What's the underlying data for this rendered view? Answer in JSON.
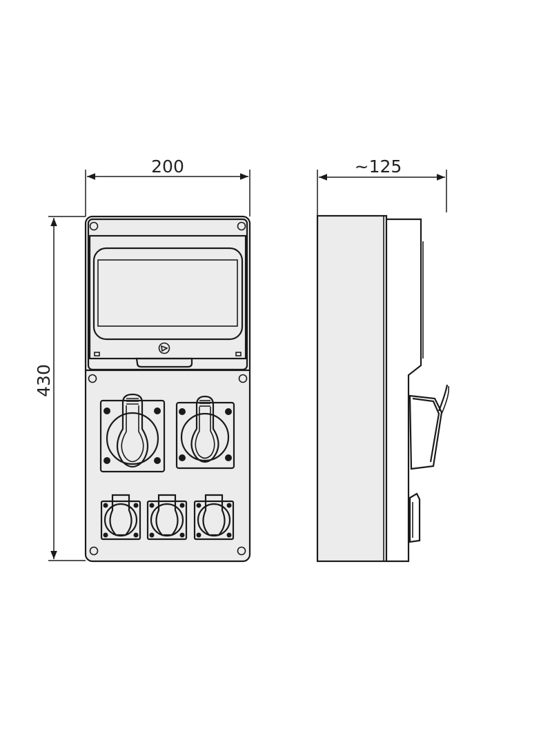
{
  "dimensions": {
    "width": "200",
    "depth": "~125",
    "height": "430"
  },
  "colors": {
    "outline": "#1a1a1a",
    "body_fill": "#ececec",
    "background": "#ffffff"
  }
}
